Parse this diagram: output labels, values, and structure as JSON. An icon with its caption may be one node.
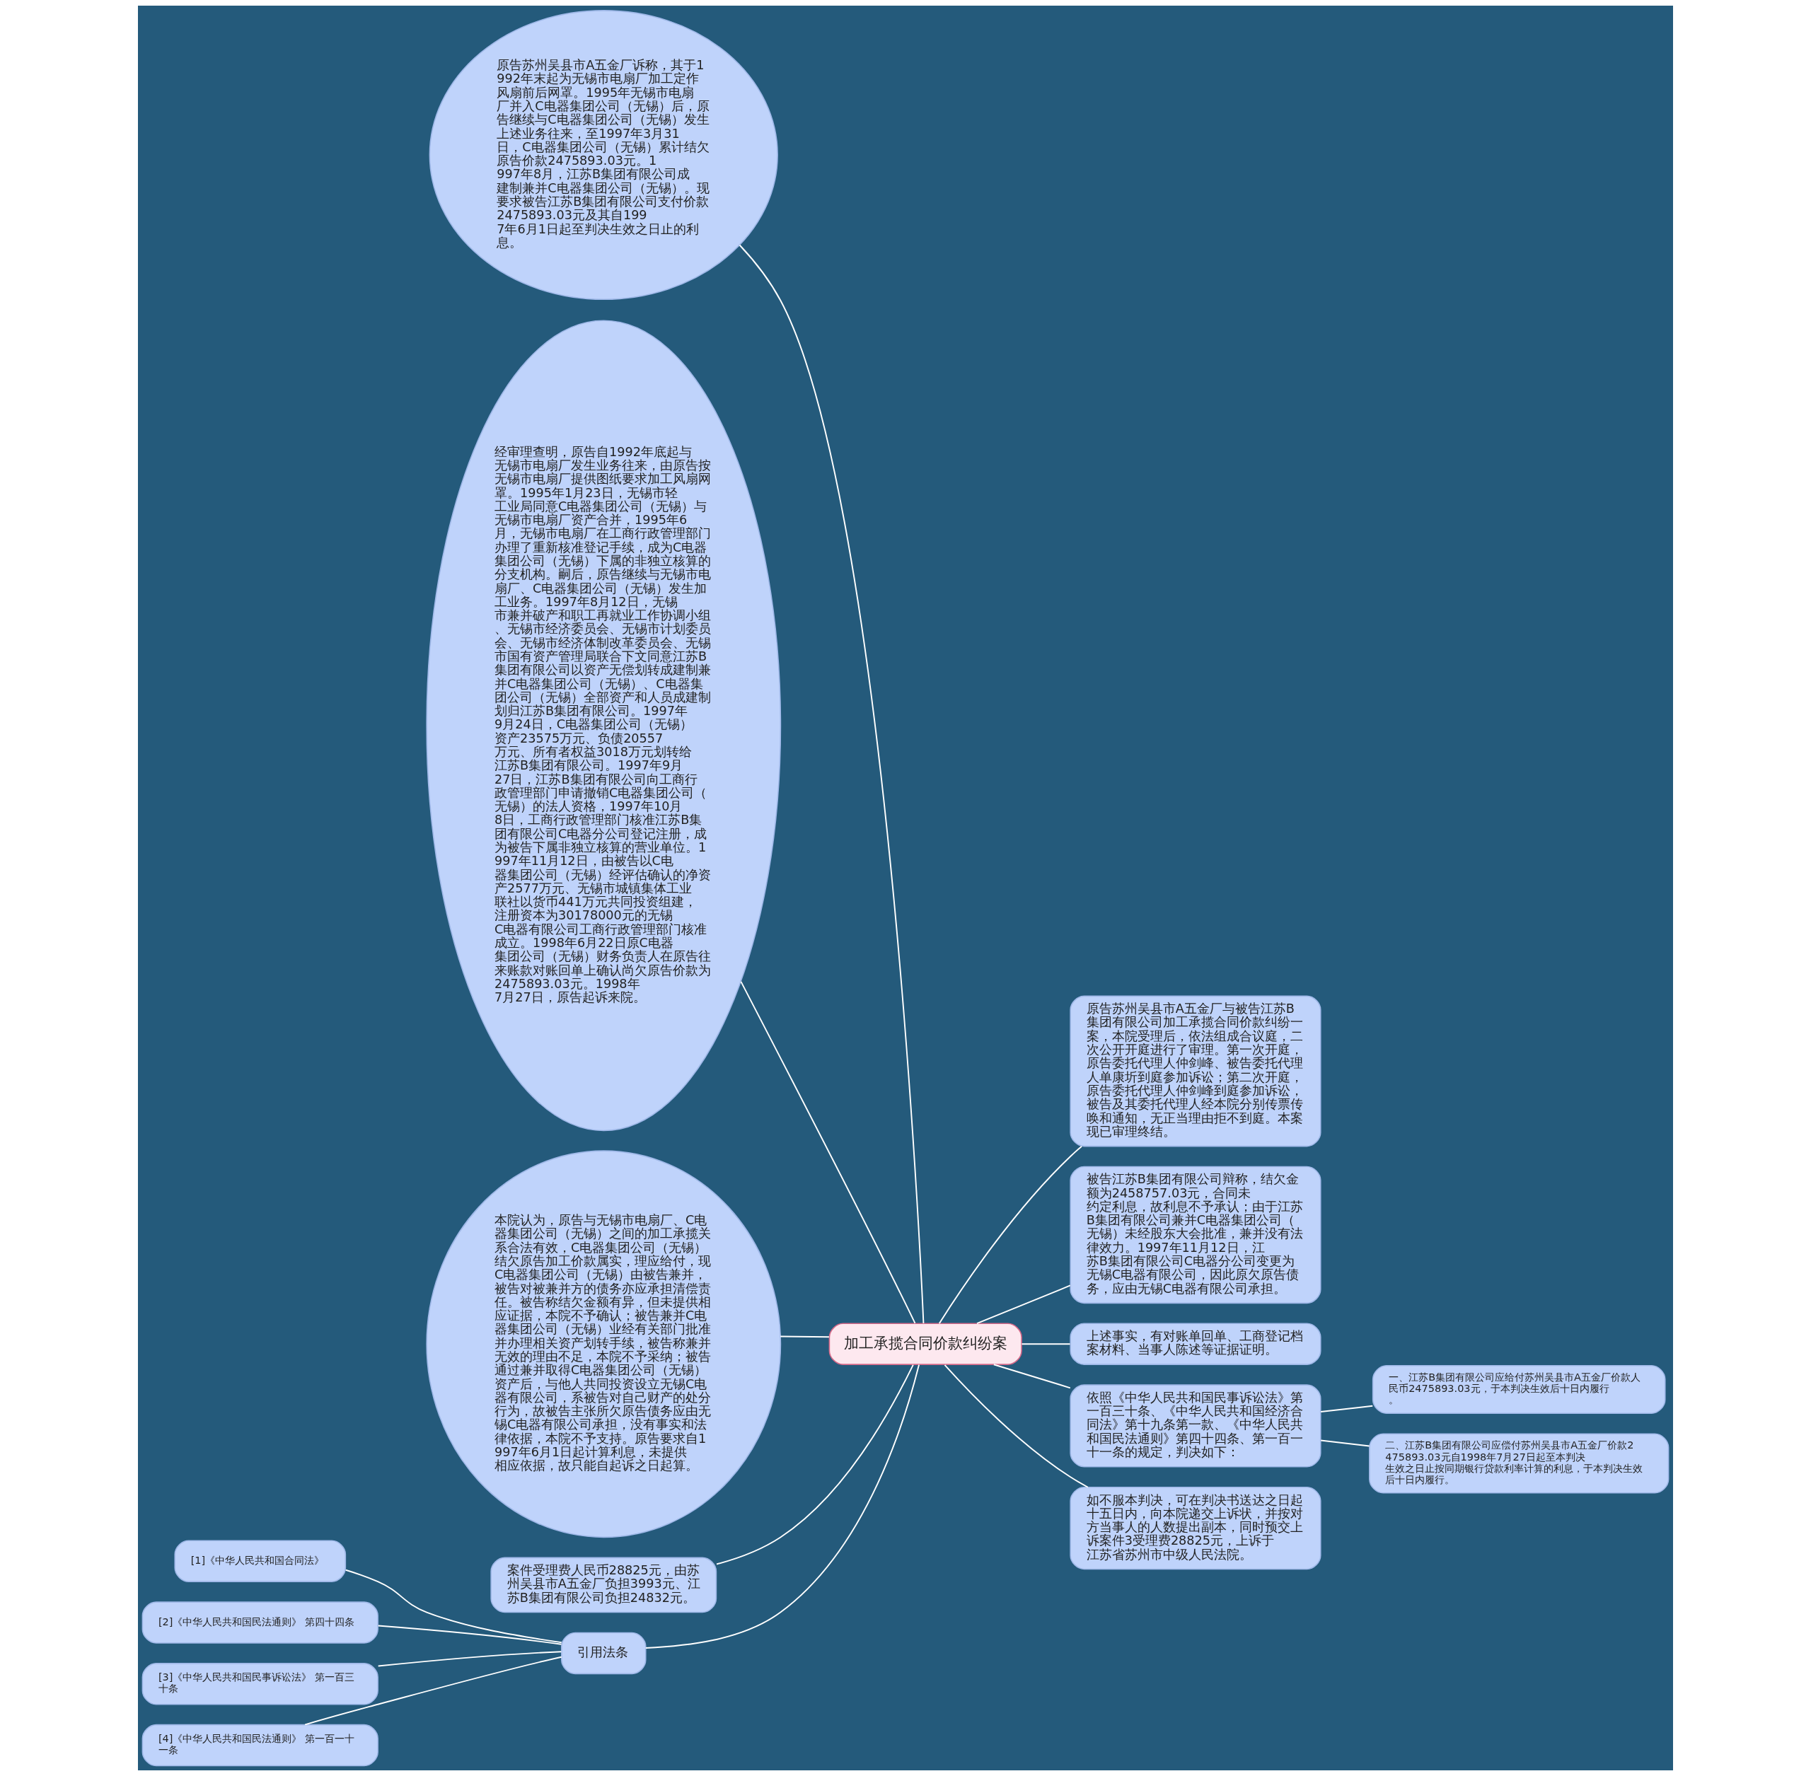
{
  "diagram": {
    "nodes": [
      {
        "text": [
          "加工承揽合同价款纠纷案"
        ]
      },
      {
        "text": [
          "原告苏州吴县市A五金厂诉称，其于1992年末起为无锡市电扇厂加工定作风扇前后网罩。1995年无锡市电扇厂并入C电器集团公司（无锡）后，原告继续与C电器集团公司（无锡）发生上述业务往来，至1997年3月31日，C电器集团公司（无锡）累计结欠原告价款2475893.03元。1997年8月，江苏B集团有限公司成建制兼并C电器集团公司（无锡）。现要求被告江苏B集团有限公司支付价款2475893.03元及其自1997年6月1日起至判决生效之日止的利息。"
        ]
      },
      {
        "text": [
          "经审理查明，原告自1992年底起与无锡市电扇厂发生业务往来，由原告按无锡市电扇厂提供图纸要求加工风扇网罩。1995年1月23日，无锡市轻工业局同意C电器集团公司（无锡）与无锡市电扇厂资产合并，1995年6月，无锡市电扇厂在工商行政管理部门办理了重新核准登记手续，成为C电器集团公司（无锡）下属的非独立核算的分支机构。嗣后，原告继续与无锡市电扇厂、C电器集团公司（无锡）发生加工业务。1997年8月12日，无锡市兼并破产和职工再就业工作协调小组、无锡市经济委员会、无锡市计划委员会、无锡市经济体制改革委员会、无锡市国有资产管理局联合下文同意江苏B集团有限公司以资产无偿划转成建制兼并C电器集团公司（无锡）、C电器集团公司（无锡）全部资产和人员成建制划归江苏B集团有限公司。1997年9月24日，C电器集团公司（无锡）资产23575万元、负债20557万元、所有者权益3018万元划转给江苏B集团有限公司。1997年9月27日，江苏B集团有限公司向工商行政管理部门申请撤销C电器集团公司（无锡）的法人资格，1997年10月8日，工商行政管理部门核准江苏B集团有限公司C电器分公司登记注册，成为被告下属非独立核算的营业单位。1997年11月12日，由被告以C电器集团公司（无锡）经评估确认的净资产2577万元、无锡市城镇集体工业联社以货币441万元共同投资组建，注册资本为30178000元的无锡C电器有限公司工商行政管理部门核准成立。1998年6月22日原C电器集团公司（无锡）财务负责人在原告往来账款对账回单上确认尚欠原告价款为2475893.03元。1998年7月27日，原告起诉来院。"
        ]
      },
      {
        "text": [
          "本院认为，原告与无锡市电扇厂、C电器集团公司（无锡）之间的加工承揽关系合法有效，C电器集团公司（无锡）结欠原告加工价款属实，理应给付，现C电器集团公司（无锡）由被告兼并，被告对被兼并方的债务亦应承担清偿责任。被告称结欠金额有异，但未提供相应证据，本院不予确认；被告兼并C电器集团公司（无锡）业经有关部门批准并办理相关资产划转手续，被告称兼并无效的理由不足，本院不予采纳；被告通过兼并取得C电器集团公司（无锡）资产后，与他人共同投资设立无锡C电器有限公司，系被告对自己财产的处分行为，故被告主张所欠原告债务应由无锡C电器有限公司承担，没有事实和法律依据，本院不予支持。原告要求自1997年6月1日起计算利息，未提供相应依据，故只能自起诉之日起算。"
        ]
      },
      {
        "text": [
          "案件受理费人民币28825元，由苏州吴县市A五金厂负担3993元、江苏B集团有限公司负担24832元。"
        ]
      },
      {
        "text": [
          "引用法条"
        ]
      },
      {
        "text": [
          "[1]《中华人民共和国合同法》"
        ]
      },
      {
        "text": [
          "[2]《中华人民共和国民法通则》 第四十四条"
        ]
      },
      {
        "text": [
          "[3]《中华人民共和国民事诉讼法》 第一百三十条"
        ]
      },
      {
        "text": [
          "[4]《中华人民共和国民法通则》 第一百一十一条"
        ]
      },
      {
        "text": [
          "原告苏州吴县市A五金厂与被告江苏B集团有限公司加工承揽合同价款纠纷一案，本院受理后，依法组成合议庭，二次公开开庭进行了审理。第一次开庭，原告委托代理人仲剑峰、被告委托代理人单康圻到庭参加诉讼；第二次开庭，原告委托代理人仲剑峰到庭参加诉讼，被告及其委托代理人经本院分别传票传唤和通知，无正当理由拒不到庭。本案现已审理终结。"
        ]
      },
      {
        "text": [
          "被告江苏B集团有限公司辩称，结欠金额为2458757.03元，合同未约定利息，故利息不予承认；由于江苏B集团有限公司兼并C电器集团公司（无锡）未经股东大会批准，兼并没有法律效力。1997年11月12日，江苏B集团有限公司C电器分公司变更为无锡C电器有限公司，因此原欠原告债务，应由无锡C电器有限公司承担。"
        ]
      },
      {
        "text": [
          "上述事实，有对账单回单、工商登记档案材料、当事人陈述等证据证明。"
        ]
      },
      {
        "text": [
          "依照《中华人民共和国民事诉讼法》第一百三十条、《中华人民共和国经济合同法》第十九条第一款、《中华人民共和国民法通则》第四十四条、第一百一十一条的规定，判决如下："
        ]
      },
      {
        "text": [
          "一、江苏B集团有限公司应给付苏州吴县市A五金厂价款人民币2475893.03元，于本判决生效后十日内履行。"
        ]
      },
      {
        "text": [
          "二、江苏B集团有限公司应偿付苏州吴县市A五金厂价款2475893.03元自1998年7月27日起至本判决生效之日止按同期银行贷款利率计算的利息，于本判决生效后十日内履行。"
        ]
      },
      {
        "text": [
          "如不服本判决，可在判决书送达之日起十五日内，向本院递交上诉状，并按对方当事人的人数提出副本，同时预交上诉案件3受理费28825元，上诉于江苏省苏州市中级人民法院。"
        ]
      }
    ],
    "edges": [
      {
        "from": 0,
        "to": 1,
        "arrow": "none"
      },
      {
        "from": 0,
        "to": 2,
        "arrow": "none"
      },
      {
        "from": 0,
        "to": 3,
        "arrow": "none"
      },
      {
        "from": 0,
        "to": 4,
        "arrow": "none"
      },
      {
        "from": 0,
        "to": 5,
        "arrow": "none"
      },
      {
        "from": 5,
        "to": 6,
        "arrow": "none"
      },
      {
        "from": 5,
        "to": 7,
        "arrow": "none"
      },
      {
        "from": 5,
        "to": 8,
        "arrow": "none"
      },
      {
        "from": 5,
        "to": 9,
        "arrow": "none"
      },
      {
        "from": 0,
        "to": 10,
        "arrow": "none"
      },
      {
        "from": 0,
        "to": 11,
        "arrow": "none"
      },
      {
        "from": 0,
        "to": 12,
        "arrow": "none"
      },
      {
        "from": 0,
        "to": 13,
        "arrow": "none"
      },
      {
        "from": 13,
        "to": 14,
        "arrow": "none"
      },
      {
        "from": 13,
        "to": 15,
        "arrow": "none"
      },
      {
        "from": 0,
        "to": 16,
        "arrow": "none"
      }
    ]
  }
}
